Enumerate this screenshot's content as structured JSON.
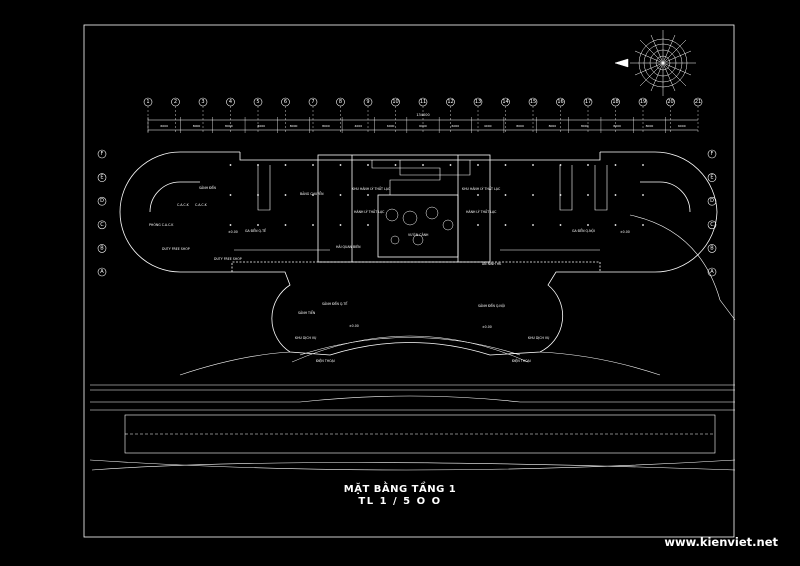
{
  "drawing": {
    "title": "MẶT BẰNG TẦNG 1",
    "scale": "TL 1 / 5 O O",
    "watermark": "www.kienviet.net"
  },
  "grid": {
    "columns": [
      "1",
      "2",
      "3",
      "4",
      "5",
      "6",
      "7",
      "8",
      "9",
      "10",
      "11",
      "12",
      "13",
      "14",
      "15",
      "16",
      "17",
      "18",
      "19",
      "20",
      "21"
    ],
    "rows": [
      "F",
      "E",
      "D",
      "C",
      "B",
      "A"
    ]
  },
  "rooms": {
    "sanh_den_left": "SẢNH ĐẾN",
    "cack_1": "C.A.C.K",
    "cack_2": "C.A.C.K",
    "phong_cack": "PHÒNG C.A.C.K",
    "duty_free_1": "DUTY FREE SHOP",
    "duty_free_2": "DUTY FREE SHOP",
    "ga_den_qt": "GA ĐẾN Q.TẾ",
    "bang_chuyen": "BĂNG CHUYỀN",
    "khu_hanh_ly_left": "KHU HÀNH LÝ THẤT LẠC",
    "khu_hanh_ly_right": "KHU HÀNH LÝ THẤT LẠC",
    "hanh_ly_that_lac_left": "HÀNH LÝ THẤT LẠC",
    "hanh_ly_that_lac_right": "HÀNH LÝ THẤT LẠC",
    "vuon_canh": "VƯỜN CẢNH",
    "hai_quan": "HẢI QUAN BIÊN",
    "ga_den_qn": "GA ĐẾN Q.NỘI",
    "an_ninh": "AN NINH HK",
    "sanh_den_qt": "SẢNH ĐẾN Q.TẾ",
    "sanh_den_qn": "SẢNH ĐẾN Q.NỘI",
    "sanh_tien": "SẢNH TIỀN",
    "khu_dv_left": "KHU DỊCH VỤ",
    "khu_dv_right": "KHU DỊCH VỤ",
    "dien_thoai_left": "ĐIỆN THOẠI",
    "dien_thoai_right": "ĐIỆN THOẠI",
    "level_1": "±0.00",
    "level_2": "±0.00",
    "level_3": "±0.00",
    "level_4": "±0.00"
  },
  "dimensions": {
    "total": "134000",
    "segments": [
      "6000",
      "8000",
      "8000",
      "8000",
      "8000",
      "8000",
      "4000",
      "6000",
      "6000",
      "6000",
      "4000",
      "8000",
      "8000",
      "8000",
      "8000",
      "8000",
      "6000"
    ]
  }
}
